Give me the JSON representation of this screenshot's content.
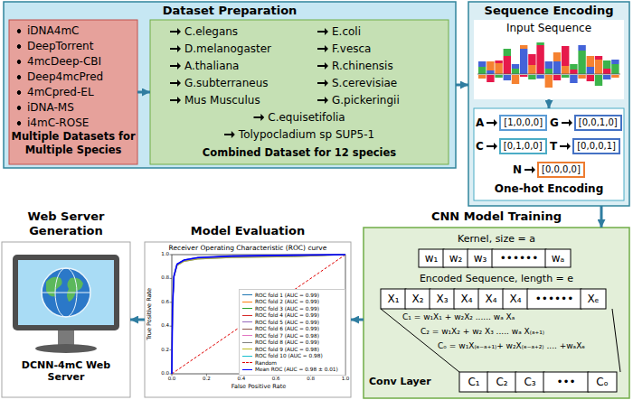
{
  "diagram": {
    "nodes": [
      {
        "text": [
          "Dataset Preparation"
        ]
      },
      {
        "text": [
          "iDNA4mC",
          "DeepTorrent",
          "4mcDeep-CBI",
          "Deep4mcPred",
          "4mCpred-EL",
          "iDNA-MS",
          "i4mC-ROSE",
          "Multiple Datasets for Multiple Species"
        ],
        "in": 0
      },
      {
        "text": [
          "C.elegans",
          "E.coli",
          "D.melanogaster",
          "F.vesca",
          "A.thaliana",
          "R.chinensis",
          "G.subterraneus",
          "S.cerevisiae",
          "Mus Musculus",
          "G.pickeringii",
          "C.equisetifolia",
          "Tolypocladium sp SUP5-1",
          "Combined Dataset for 12 species"
        ],
        "in": 0
      },
      {
        "text": [
          "Sequence Encoding"
        ]
      },
      {
        "text": [
          "Input Sequence"
        ],
        "in": 3
      },
      {
        "text": [
          "One-hot Encoding"
        ],
        "in": 3
      },
      {
        "text": [
          "A",
          "[1,0,0,0]"
        ],
        "in": 5
      },
      {
        "text": [
          "G",
          "[0,0,1,0]"
        ],
        "in": 5
      },
      {
        "text": [
          "C",
          "[0,1,0,0]"
        ],
        "in": 5
      },
      {
        "text": [
          "T",
          "[0,0,0,1]"
        ],
        "in": 5
      },
      {
        "text": [
          "N",
          "[0,0,0,0]"
        ],
        "in": 5
      },
      {
        "text": [
          "CNN Model Training"
        ]
      },
      {
        "text": [
          "w₁"
        ],
        "in": 11
      },
      {
        "text": [
          "w₂"
        ],
        "in": 11
      },
      {
        "text": [
          "w₃"
        ],
        "in": 11
      },
      {
        "text": [
          "••••••"
        ],
        "in": 11
      },
      {
        "text": [
          "wₐ"
        ],
        "in": 11
      },
      {
        "text": [
          "X₁"
        ],
        "in": 11
      },
      {
        "text": [
          "X₂"
        ],
        "in": 11
      },
      {
        "text": [
          "X₃"
        ],
        "in": 11
      },
      {
        "text": [
          "X₄"
        ],
        "in": 11
      },
      {
        "text": [
          "X₄"
        ],
        "in": 11
      },
      {
        "text": [
          "X₄"
        ],
        "in": 11
      },
      {
        "text": [
          "••••••"
        ],
        "in": 11
      },
      {
        "text": [
          "Xₑ"
        ],
        "in": 11
      },
      {
        "text": [
          "C₁"
        ],
        "in": 11
      },
      {
        "text": [
          "C₂"
        ],
        "in": 11
      },
      {
        "text": [
          "C₃"
        ],
        "in": 11
      },
      {
        "text": [
          "•••"
        ],
        "in": 11
      },
      {
        "text": [
          "Cₒ"
        ],
        "in": 11
      },
      {
        "text": [
          "Model Evaluation",
          "Receiver Operating Characteristic (ROC) curve",
          "True Positive Rate",
          "False Positive Rate"
        ]
      },
      {
        "text": [
          "Web Server Generation",
          "DCNN-4mC Web Server"
        ]
      }
    ],
    "edges": [
      {
        "from": 1,
        "to": 2,
        "arrow": "to"
      },
      {
        "from": 0,
        "to": 3,
        "arrow": "to"
      },
      {
        "from": 4,
        "to": 5,
        "arrow": "to"
      },
      {
        "from": 3,
        "to": 11,
        "arrow": "to"
      },
      {
        "from": 11,
        "to": 30,
        "arrow": "to"
      },
      {
        "from": 30,
        "to": 31,
        "arrow": "to"
      }
    ],
    "labels": [
      "Kernel, size = a",
      "Encoded Sequence, length = e",
      "C₁ = w₁X₁ + w₂X₂ ...... wₐ Xₐ",
      "C₂ = w₁X₂ + w₂ X₃ ..... wₐ X₍ₐ₊₁₎",
      "Cₒ = w₁X₍ₑ₋ₐ₊₁₎+ w₂X₍ₑ₋ₐ₊₂₎ .... +wₐXₑ",
      "Conv Layer",
      "0.0",
      "0.2",
      "0.4",
      "0.6",
      "0.8",
      "1.0",
      "0.0",
      "0.2",
      "0.4",
      "0.6",
      "0.8",
      "1.0"
    ],
    "legend": [
      {
        "text": "ROC fold 1 (AUC = 0.99)"
      },
      {
        "text": "ROC fold 2 (AUC = 0.99)"
      },
      {
        "text": "ROC fold 3 (AUC = 0.99)"
      },
      {
        "text": "ROC fold 4 (AUC = 0.99)"
      },
      {
        "text": "ROC fold 5 (AUC = 0.99)"
      },
      {
        "text": "ROC fold 6 (AUC = 0.99)"
      },
      {
        "text": "ROC fold 7 (AUC = 0.98)"
      },
      {
        "text": "ROC fold 8 (AUC = 0.99)"
      },
      {
        "text": "ROC fold 9 (AUC = 0.98)"
      },
      {
        "text": "ROC fold 10 (AUC = 0.98)"
      },
      {
        "text": "Random"
      },
      {
        "text": "Mean ROC (AUC = 0.98 ± 0.01)"
      }
    ]
  }
}
